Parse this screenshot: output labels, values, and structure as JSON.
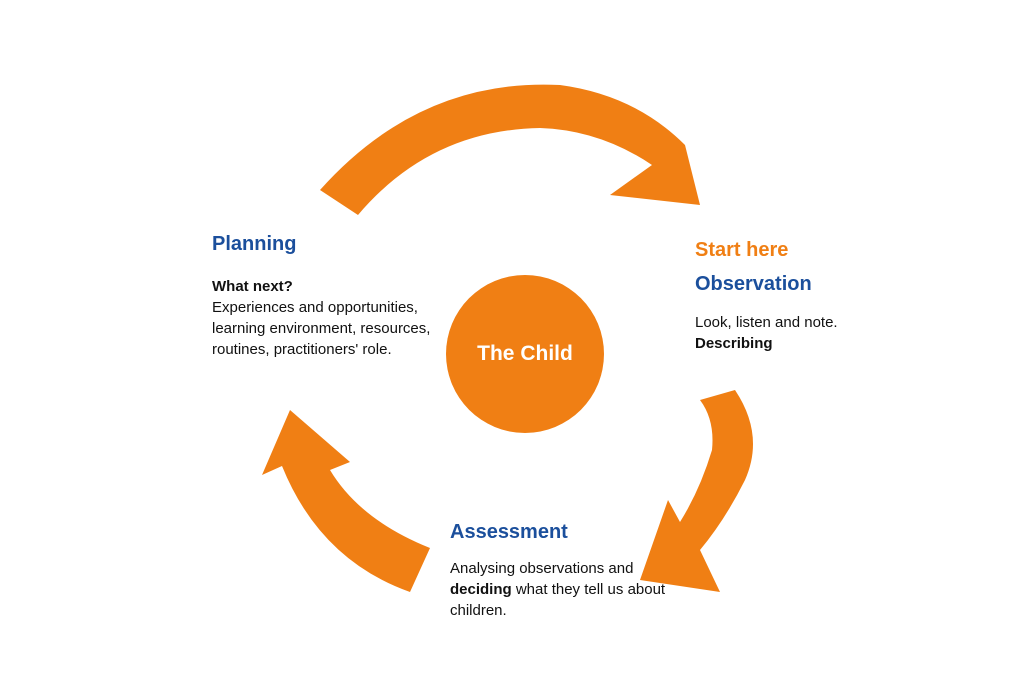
{
  "colors": {
    "arrow": "#F07F14",
    "center": "#F07F14",
    "stage_title": "#1B4F9C",
    "start_here": "#F07F14",
    "body_text": "#111111"
  },
  "center": {
    "label": "The Child"
  },
  "planning": {
    "title": "Planning",
    "lead": "What next?",
    "description": "Experiences and opportunities, learning environment, resources, routines, practitioners' role."
  },
  "observation": {
    "kicker": "Start here",
    "title": "Observation",
    "description": "Look, listen and note.",
    "emphasis": "Describing"
  },
  "assessment": {
    "title": "Assessment",
    "desc_part1": "Analysing observations and ",
    "desc_bold": "deciding",
    "desc_part2": " what they tell us about children."
  }
}
